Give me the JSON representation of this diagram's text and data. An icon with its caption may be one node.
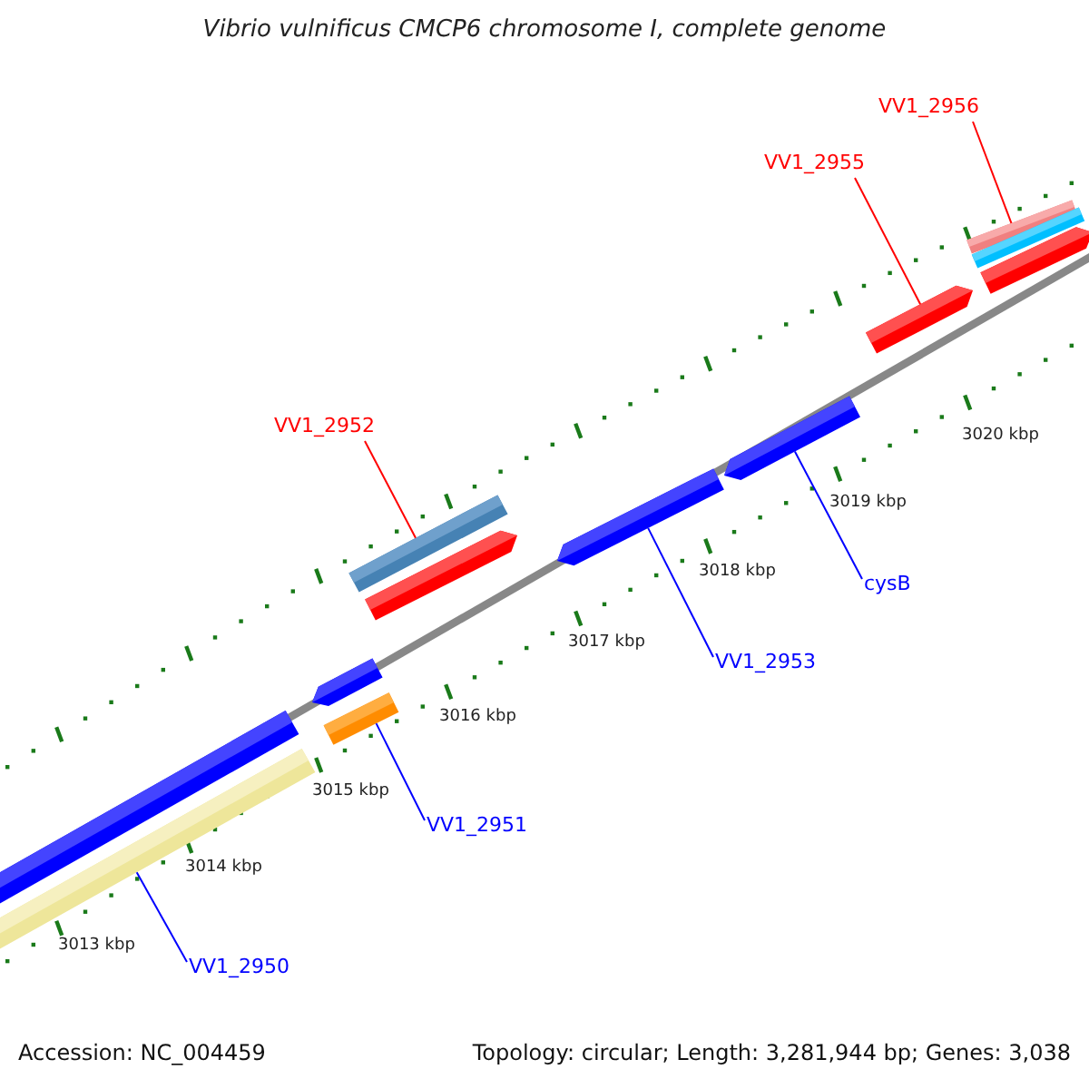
{
  "diagram": {
    "title": "Vibrio vulnificus CMCP6 chromosome I, complete genome",
    "nodes": [
      {
        "text": [
          "VV1_2956"
        ]
      },
      {
        "text": [
          "VV1_2955"
        ]
      },
      {
        "text": [
          "VV1_2952"
        ]
      },
      {
        "text": [
          "cysB"
        ]
      },
      {
        "text": [
          "VV1_2953"
        ]
      },
      {
        "text": [
          "VV1_2951"
        ]
      },
      {
        "text": [
          "VV1_2950"
        ]
      },
      {
        "text": [],
        "shape": "bar"
      },
      {
        "text": [],
        "shape": "bar"
      },
      {
        "text": [],
        "shape": "bar"
      },
      {
        "text": [],
        "shape": "bar"
      },
      {
        "text": [],
        "shape": "bar"
      },
      {
        "text": [],
        "shape": "bar"
      },
      {
        "text": [],
        "shape": "bar"
      },
      {
        "text": [],
        "shape": "bar"
      },
      {
        "text": [],
        "shape": "bar"
      },
      {
        "text": [],
        "shape": "bar"
      },
      {
        "text": [],
        "shape": "bar"
      },
      {
        "text": [],
        "shape": "bar"
      }
    ],
    "edges": [
      {
        "from": 0,
        "to": 16,
        "arrow": "none",
        "color": "#ff0000"
      },
      {
        "from": 1,
        "to": 15,
        "arrow": "none",
        "color": "#ff0000"
      },
      {
        "from": 2,
        "to": 11,
        "arrow": "none",
        "color": "#ff0000"
      },
      {
        "from": 3,
        "to": 14,
        "arrow": "none"
      },
      {
        "from": 4,
        "to": 13,
        "arrow": "none"
      },
      {
        "from": 5,
        "to": 10,
        "arrow": "none"
      },
      {
        "from": 6,
        "to": 8,
        "arrow": "none"
      }
    ],
    "labels": [
      "3020 kbp",
      "3019 kbp",
      "3018 kbp",
      "3017 kbp",
      "3016 kbp",
      "3015 kbp",
      "3014 kbp",
      "3013 kbp",
      "Accession: NC_004459",
      "Topology: circular; Length: 3,281,944 bp; Genes: 3,038"
    ]
  }
}
